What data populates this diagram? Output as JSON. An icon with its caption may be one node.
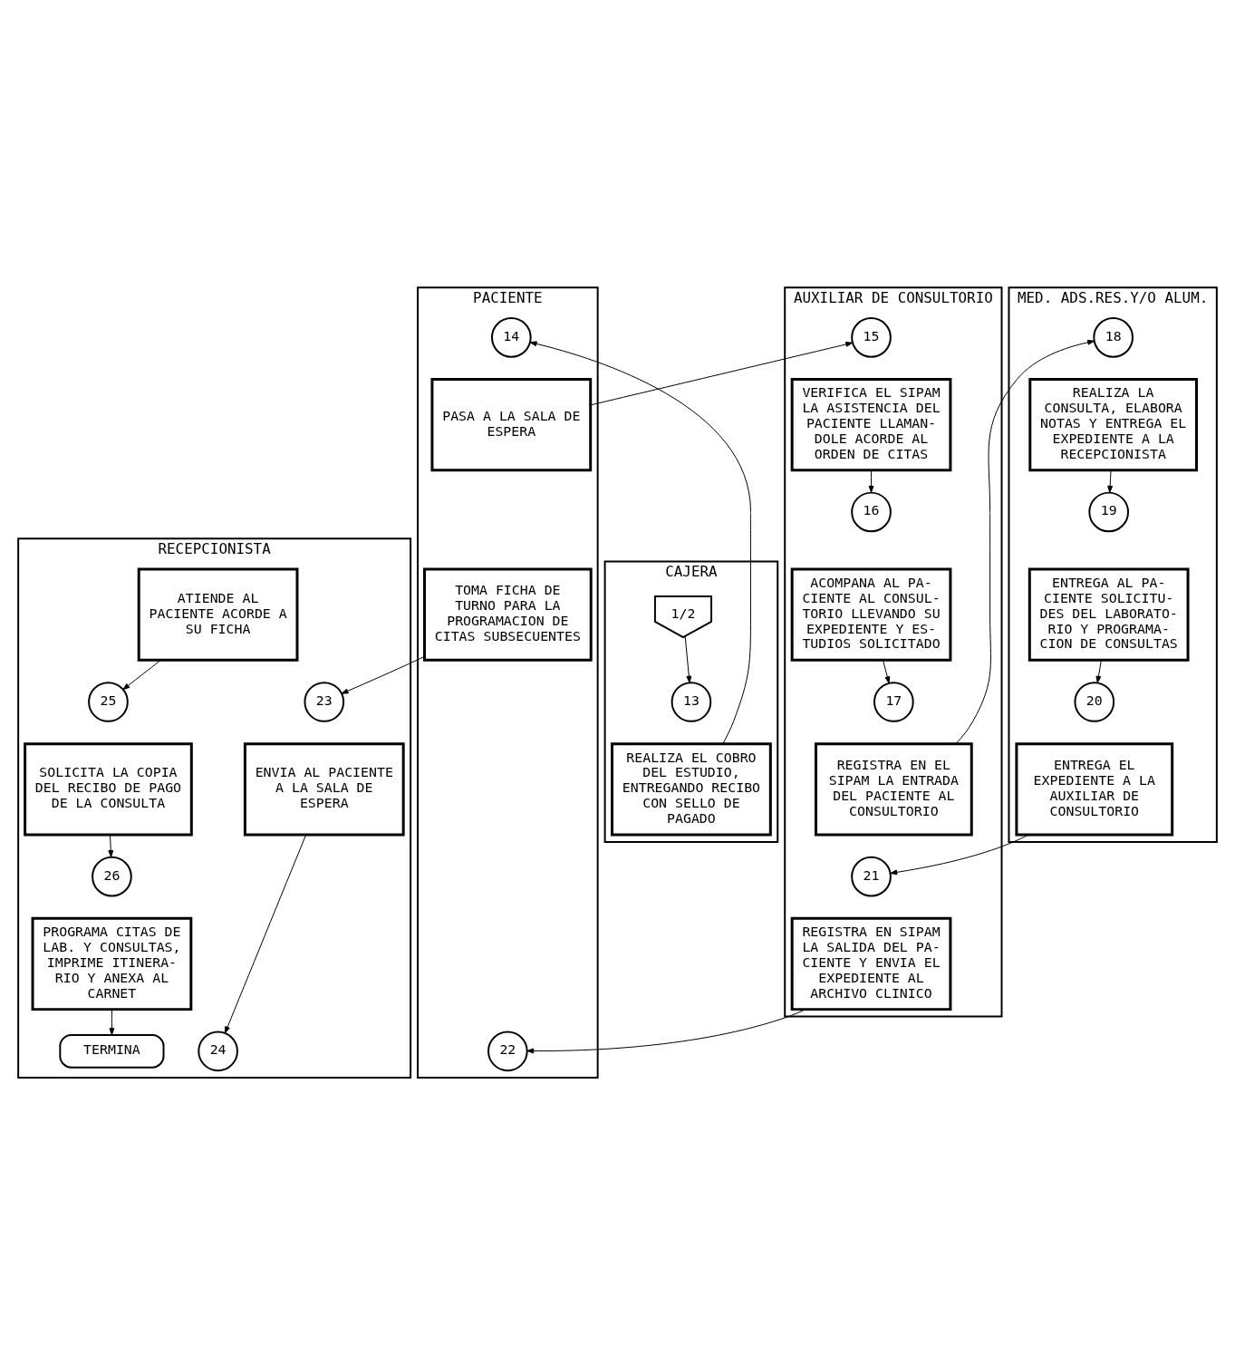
{
  "diagram": {
    "nodes": [
      {
        "text": [
          "AUXILIAR DE CONSULTORIO"
        ]
      },
      {
        "text": [
          "PACIENTE"
        ]
      },
      {
        "text": [
          "RECEPCIONISTA"
        ]
      },
      {
        "text": [
          "CAJERA"
        ]
      },
      {
        "text": [
          "MED. ADS.RES.Y/O ALUM."
        ]
      },
      {
        "text": [
          "1/2"
        ],
        "in": 3
      },
      {
        "text": [
          "13"
        ],
        "in": 3
      },
      {
        "text": [
          "REALIZA EL COBRO DEL ESTUDIO, ENTREGANDO RECIBO CON SELLO DE PAGADO"
        ],
        "in": 3
      },
      {
        "text": [
          "14"
        ],
        "in": 1
      },
      {
        "text": [
          "PASA A LA SALA DE ESPERA"
        ],
        "in": 1
      },
      {
        "text": [
          "15"
        ],
        "in": 0
      },
      {
        "text": [
          "VERIFICA EL SIPAM LA ASISTENCIA DEL PACIENTE LLAMAN- DOLE ACORDE AL ORDEN DE CITAS"
        ],
        "in": 0
      },
      {
        "text": [
          "16"
        ],
        "in": 0
      },
      {
        "text": [
          "ACOMPANA AL PA- CIENTE AL CONSUL- TORIO LLEVANDO SU EXPEDIENTE Y ES- TUDIOS SOLICITADO"
        ],
        "in": 0
      },
      {
        "text": [
          "17"
        ],
        "in": 0
      },
      {
        "text": [
          "REGISTRA EN EL SIPAM LA ENTRADA DEL PACIENTE AL CONSULTORIO"
        ],
        "in": 0
      },
      {
        "text": [
          "18"
        ],
        "in": 4
      },
      {
        "text": [
          "REALIZA LA CONSULTA, ELABORA NOTAS Y ENTREGA EL EXPEDIENTE A LA RECEPCIONISTA"
        ],
        "in": 4
      },
      {
        "text": [
          "19"
        ],
        "in": 4
      },
      {
        "text": [
          "ENTREGA AL PA- CIENTE SOLICITU- DES DEL LABORATO- RIO Y PROGRAMA- CION DE CONSULTAS"
        ],
        "in": 4
      },
      {
        "text": [
          "20"
        ],
        "in": 4
      },
      {
        "text": [
          "ENTREGA EL EXPEDIENTE A LA AUXILIAR DE CONSULTORIO"
        ],
        "in": 4
      },
      {
        "text": [
          "21"
        ],
        "in": 0
      },
      {
        "text": [
          "REGISTRA EN SIPAM LA SALIDA DEL PA- CIENTE Y ENVIA EL EXPEDIENTE AL ARCHIVO CLINICO"
        ],
        "in": 0
      },
      {
        "text": [
          "22"
        ],
        "in": 1
      },
      {
        "text": [
          "TOMA FICHA DE TURNO PARA LA PROGRAMACION DE CITAS SUBSECUENTES"
        ],
        "in": 1
      },
      {
        "text": [
          "23"
        ],
        "in": 2
      },
      {
        "text": [
          "ENVIA AL PACIENTE A LA SALA DE ESPERA"
        ],
        "in": 2
      },
      {
        "text": [
          "24"
        ],
        "in": 2
      },
      {
        "text": [
          "ATIENDE AL PACIENTE ACORDE A SU FICHA"
        ],
        "in": 2
      },
      {
        "text": [
          "25"
        ],
        "in": 2
      },
      {
        "text": [
          "SOLICITA LA COPIA DEL RECIBO DE PAGO DE LA CONSULTA"
        ],
        "in": 2
      },
      {
        "text": [
          "26"
        ],
        "in": 2
      },
      {
        "text": [
          "PROGRAMA CITAS DE LAB. Y CONSULTAS, IMPRIME ITINERA- RIO Y ANEXA AL CARNET"
        ],
        "in": 2
      },
      {
        "text": [
          "TERMINA"
        ],
        "in": 2
      }
    ],
    "edges": [
      {
        "from": 5,
        "to": 6,
        "arrow": "to"
      },
      {
        "from": 7,
        "to": 8,
        "arrow": "to"
      },
      {
        "from": 9,
        "to": 10,
        "arrow": "to"
      },
      {
        "from": 11,
        "to": 12,
        "arrow": "to"
      },
      {
        "from": 13,
        "to": 14,
        "arrow": "to"
      },
      {
        "from": 15,
        "to": 16,
        "arrow": "to"
      },
      {
        "from": 17,
        "to": 18,
        "arrow": "to"
      },
      {
        "from": 19,
        "to": 20,
        "arrow": "to"
      },
      {
        "from": 21,
        "to": 22,
        "arrow": "to"
      },
      {
        "from": 23,
        "to": 24,
        "arrow": "to"
      },
      {
        "from": 25,
        "to": 26,
        "arrow": "to"
      },
      {
        "from": 27,
        "to": 28,
        "arrow": "to"
      },
      {
        "from": 29,
        "to": 30,
        "arrow": "to"
      },
      {
        "from": 31,
        "to": 32,
        "arrow": "to"
      },
      {
        "from": 33,
        "to": 34,
        "arrow": "to"
      }
    ]
  }
}
